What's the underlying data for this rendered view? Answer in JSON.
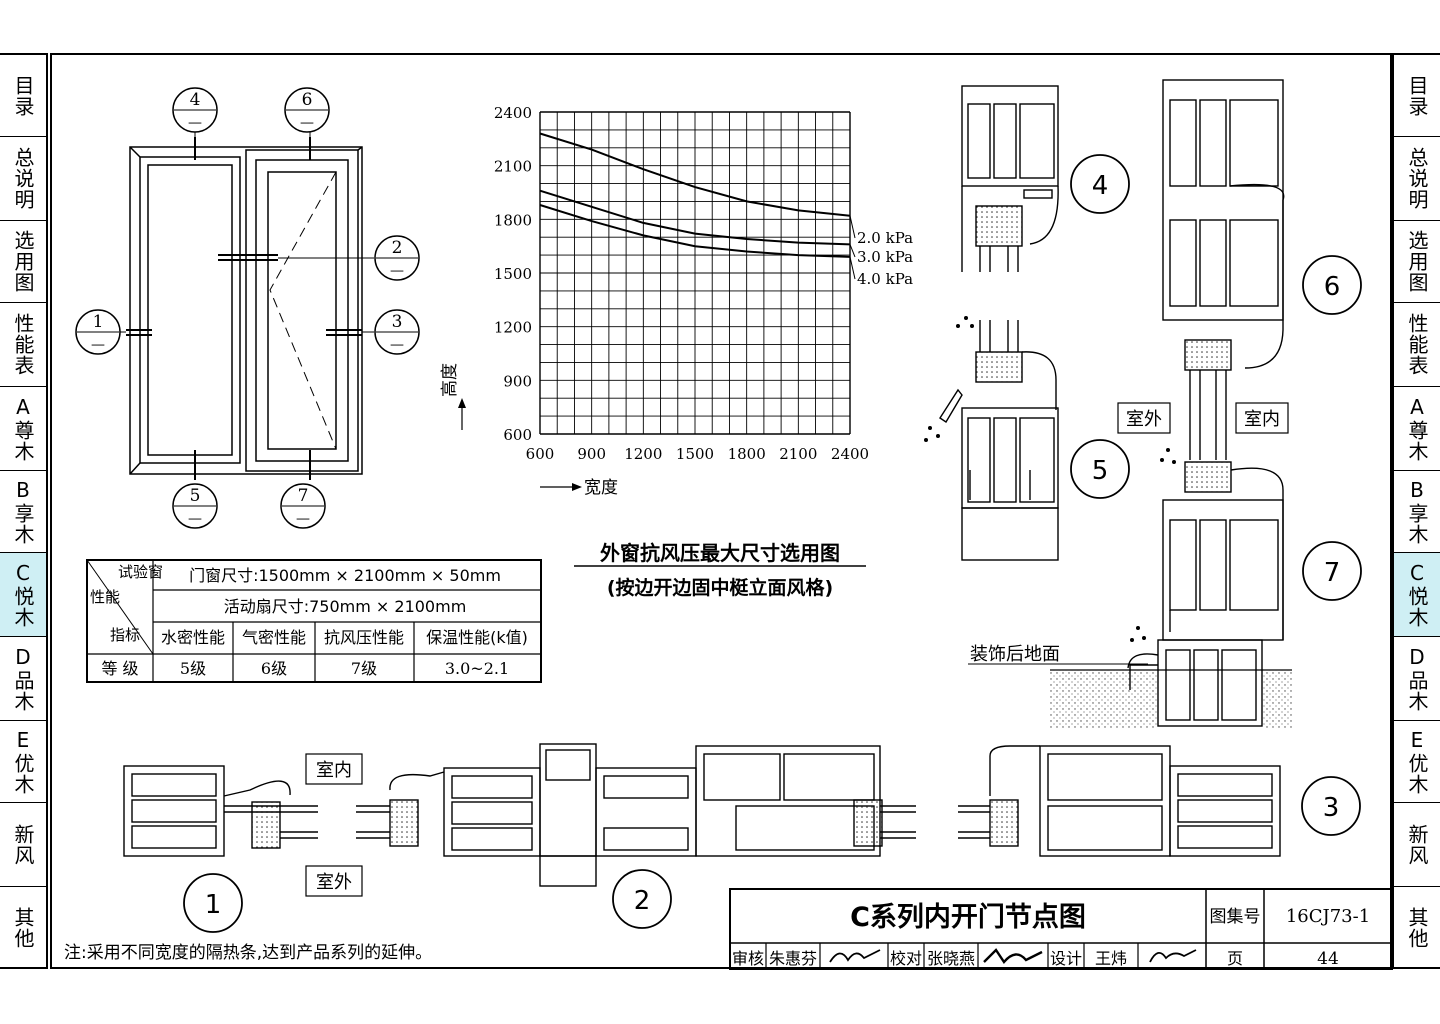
{
  "side_tabs": [
    {
      "label": "目录",
      "active": false
    },
    {
      "label": "总说明",
      "active": false
    },
    {
      "label": "选用图",
      "active": false
    },
    {
      "label": "性能表",
      "active": false
    },
    {
      "label": "A尊木",
      "active": false
    },
    {
      "label": "B享木",
      "active": false
    },
    {
      "label": "C悦木",
      "active": true
    },
    {
      "label": "D品木",
      "active": false
    },
    {
      "label": "E优木",
      "active": false
    },
    {
      "label": "新风",
      "active": false
    },
    {
      "label": "其他",
      "active": false
    }
  ],
  "elevation": {
    "callouts": [
      {
        "num": "4",
        "sub": "—"
      },
      {
        "num": "6",
        "sub": "—"
      },
      {
        "num": "2",
        "sub": "—"
      },
      {
        "num": "1",
        "sub": "—"
      },
      {
        "num": "3",
        "sub": "—"
      },
      {
        "num": "5",
        "sub": "—"
      },
      {
        "num": "7",
        "sub": "—"
      }
    ]
  },
  "chart": {
    "title": "外窗抗风压最大尺寸选用图",
    "subtitle": "(按边开边固中梃立面风格)",
    "ylabel": "高度",
    "xlabel": "宽度",
    "y_ticks": [
      "2400",
      "2100",
      "1800",
      "1500",
      "1200",
      "900",
      "600"
    ],
    "x_ticks": [
      "600",
      "900",
      "1200",
      "1500",
      "1800",
      "2100",
      "2400"
    ],
    "series_labels": [
      "2.0 kPa",
      "3.0 kPa",
      "4.0 kPa"
    ]
  },
  "chart_data": {
    "type": "line",
    "title": "外窗抗风压最大尺寸选用图",
    "subtitle": "(按边开边固中梃立面风格)",
    "xlabel": "宽度",
    "ylabel": "高度",
    "xlim": [
      600,
      2400
    ],
    "ylim": [
      600,
      2400
    ],
    "grid": true,
    "series": [
      {
        "name": "2.0 kPa",
        "x": [
          600,
          900,
          1200,
          1500,
          1800,
          2100,
          2400
        ],
        "y": [
          2280,
          2190,
          2080,
          1980,
          1900,
          1850,
          1820
        ]
      },
      {
        "name": "3.0 kPa",
        "x": [
          600,
          900,
          1200,
          1500,
          1800,
          2100,
          2400
        ],
        "y": [
          1960,
          1870,
          1780,
          1720,
          1690,
          1670,
          1660
        ]
      },
      {
        "name": "4.0 kPa",
        "x": [
          600,
          900,
          1200,
          1500,
          1800,
          2100,
          2400
        ],
        "y": [
          1880,
          1790,
          1710,
          1650,
          1620,
          1600,
          1590
        ]
      }
    ]
  },
  "table": {
    "corner_top": "试验窗",
    "corner_left": "性能",
    "corner_bottom": "指标",
    "row1": "门窗尺寸:1500mm × 2100mm × 50mm",
    "row2": "活动扇尺寸:750mm × 2100mm",
    "headers": [
      "水密性能",
      "气密性能",
      "抗风压性能",
      "保温性能(k值)"
    ],
    "grade_label": "等 级",
    "values": [
      "5级",
      "6级",
      "7级",
      "3.0~2.1"
    ]
  },
  "details": {
    "indoor": "室内",
    "outdoor": "室外",
    "indoor2": "室内",
    "outdoor2": "室外",
    "floor_label": "装饰后地面",
    "nums": [
      "4",
      "5",
      "6",
      "7",
      "1",
      "2",
      "3"
    ]
  },
  "note": "注:采用不同宽度的隔热条,达到产品系列的延伸。",
  "title_block": {
    "title": "C系列内开门节点图",
    "atlas_label": "图集号",
    "atlas_no": "16CJ73-1",
    "review_label": "审核",
    "review_name": "朱惠芬",
    "check_label": "校对",
    "check_name": "张晓燕",
    "design_label": "设计",
    "design_name": "王炜",
    "page_label": "页",
    "page_no": "44"
  }
}
